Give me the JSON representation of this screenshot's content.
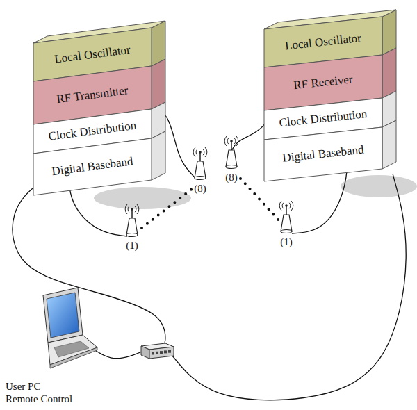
{
  "diagram": {
    "nodes": [
      {
        "text": [
          "Local Oscillator"
        ]
      },
      {
        "text": [
          "RF Transmitter"
        ]
      },
      {
        "text": [
          "Clock Distribution"
        ]
      },
      {
        "text": [
          "Digital Baseband"
        ]
      },
      {
        "text": [
          "Local Oscillator"
        ]
      },
      {
        "text": [
          "RF Receiver"
        ]
      },
      {
        "text": [
          "Clock Distribution"
        ]
      },
      {
        "text": [
          "Digital Baseband"
        ]
      }
    ],
    "labels": [
      "(1)",
      "(8)",
      "(8)",
      "(1)",
      "User PC",
      "Remote Control"
    ]
  }
}
